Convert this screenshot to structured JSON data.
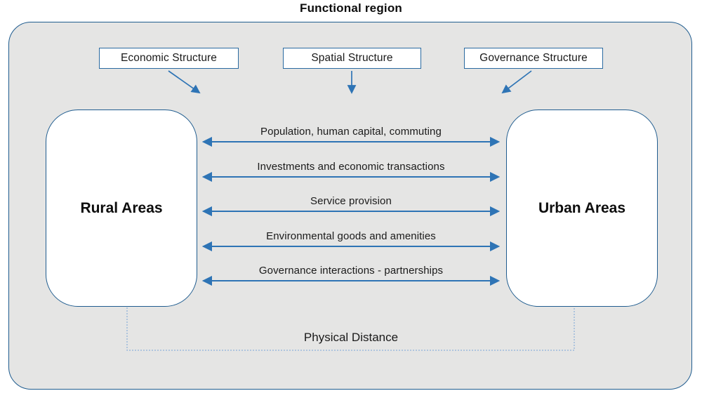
{
  "title": "Functional region",
  "structures": [
    {
      "label": "Economic Structure"
    },
    {
      "label": "Spatial Structure"
    },
    {
      "label": "Governance Structure"
    }
  ],
  "nodes": {
    "rural": {
      "label": "Rural Areas"
    },
    "urban": {
      "label": "Urban Areas"
    }
  },
  "flows": [
    {
      "label": "Population, human capital, commuting"
    },
    {
      "label": "Investments and economic transactions"
    },
    {
      "label": "Service provision"
    },
    {
      "label": "Environmental goods and amenities"
    },
    {
      "label": "Governance interactions - partnerships"
    }
  ],
  "distance": {
    "label": "Physical Distance"
  },
  "colors": {
    "panel_fill": "#e5e5e4",
    "shape_border": "#1f5c8f",
    "arrow": "#2e74b5",
    "dotted_line": "#8fb2d9",
    "text": "#1a1a1a"
  }
}
